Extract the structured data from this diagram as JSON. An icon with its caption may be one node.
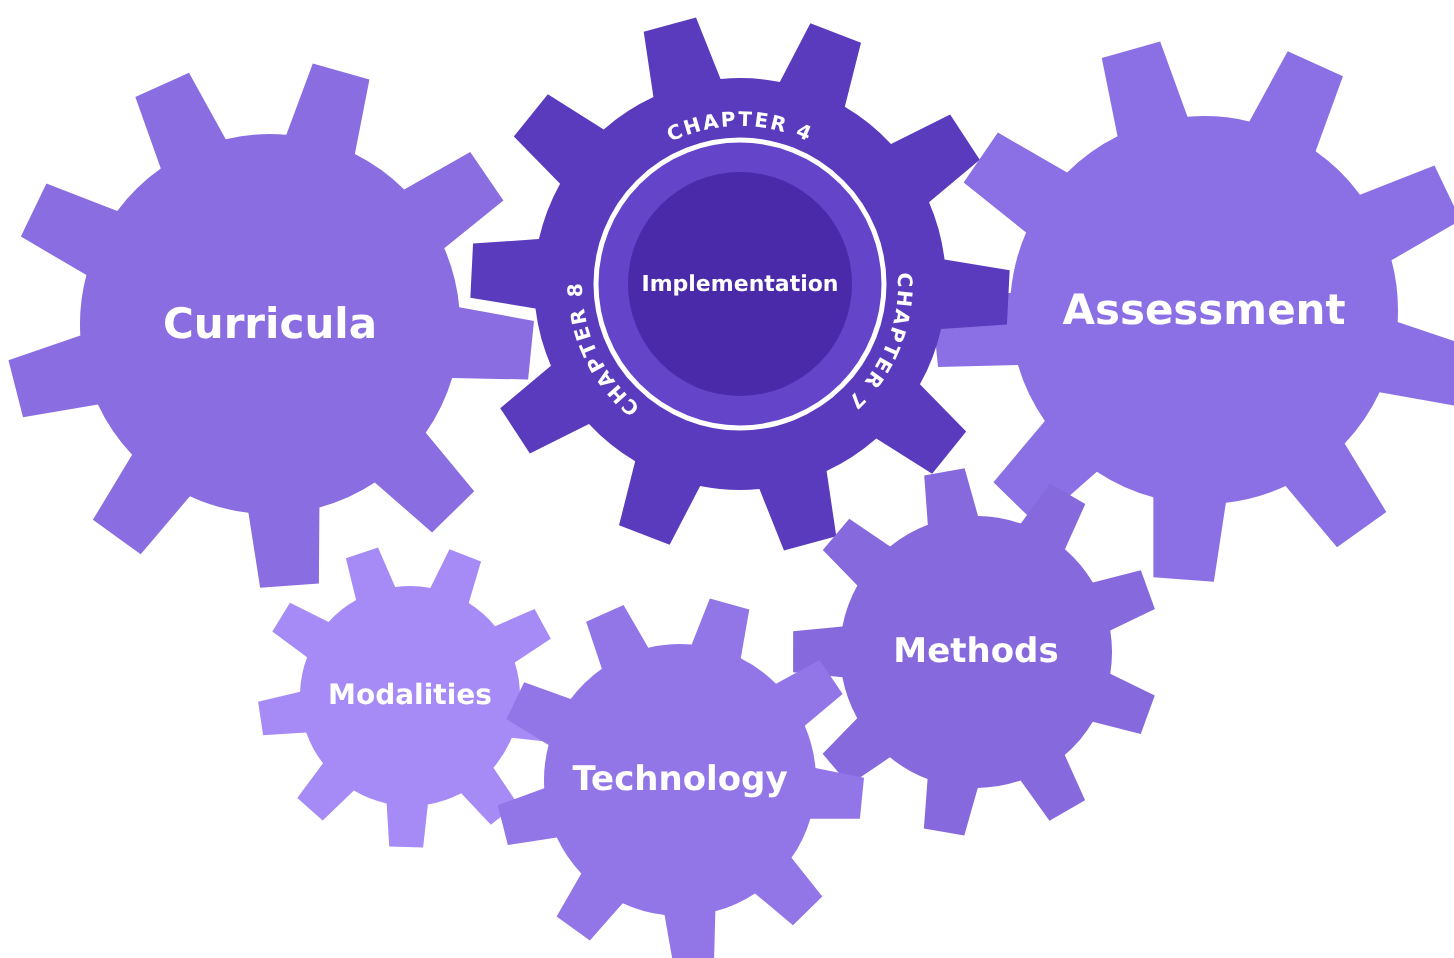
{
  "diagram": {
    "nodes": [
      {
        "text": [
          "Curricula"
        ]
      },
      {
        "text": [
          "Implementation"
        ]
      },
      {
        "text": [
          "Assessment"
        ]
      },
      {
        "text": [
          "Modalities"
        ]
      },
      {
        "text": [
          "Technology"
        ]
      },
      {
        "text": [
          "Methods"
        ]
      }
    ],
    "labels": [
      "CHAPTER 4",
      "CHAPTER 8",
      "CHAPTER 7"
    ]
  }
}
